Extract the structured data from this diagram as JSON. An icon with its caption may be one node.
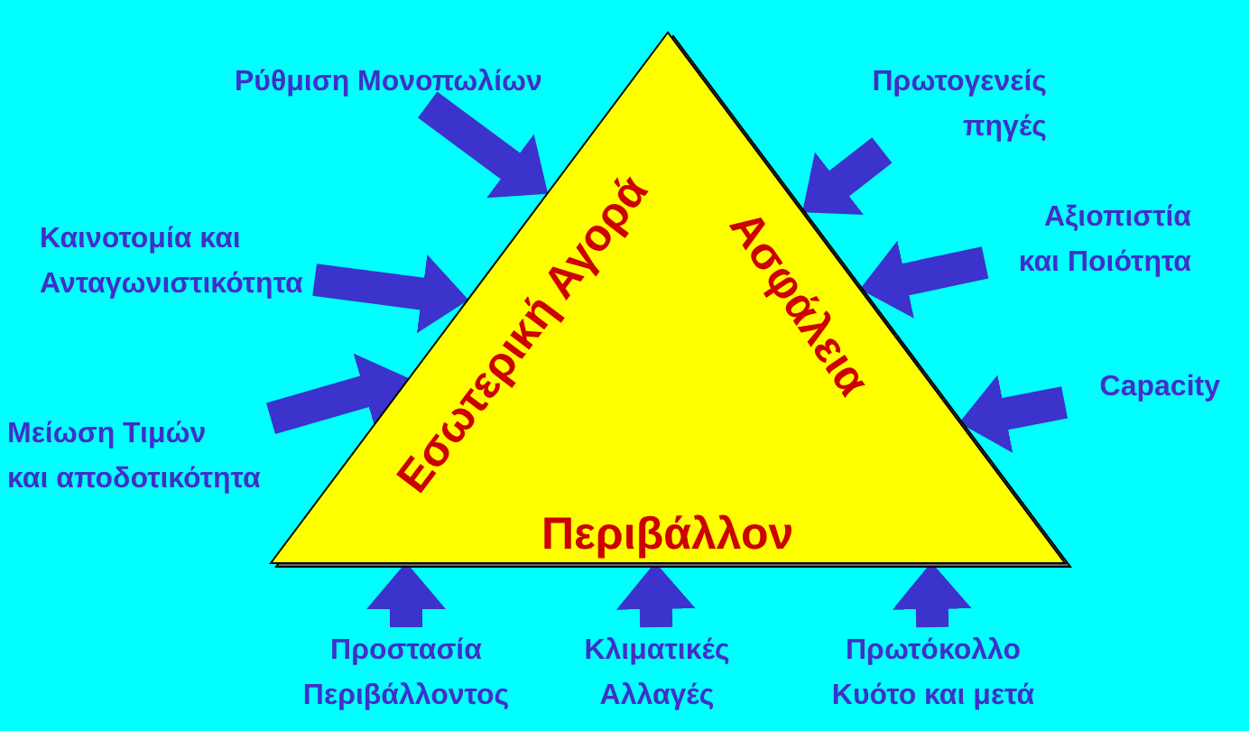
{
  "diagram": {
    "nodes": [
      {
        "text": [
          "Εσωτερική Αγορά",
          "Ασφάλεια",
          "Περιβάλλον"
        ]
      },
      {
        "text": [
          "Ρύθμιση Μονοπωλίων"
        ]
      },
      {
        "text": [
          "Πρωτογενείς πηγές"
        ]
      },
      {
        "text": [
          "Καινοτομία και Ανταγωνιστικότητα"
        ]
      },
      {
        "text": [
          "Αξιοπιστία και Ποιότητα"
        ]
      },
      {
        "text": [
          "Μείωση Τιμών και αποδοτικότητα"
        ]
      },
      {
        "text": [
          "Capacity"
        ]
      },
      {
        "text": [
          "Προστασία Περιβάλλοντος"
        ]
      },
      {
        "text": [
          "Κλιματικές Αλλαγές"
        ]
      },
      {
        "text": [
          "Πρωτόκολλο Κυότο και μετά"
        ]
      }
    ],
    "edges": [
      {
        "from": 1,
        "to": 0,
        "arrow": "to"
      },
      {
        "from": 2,
        "to": 0,
        "arrow": "to"
      },
      {
        "from": 3,
        "to": 0,
        "arrow": "to"
      },
      {
        "from": 4,
        "to": 0,
        "arrow": "to"
      },
      {
        "from": 5,
        "to": 0,
        "arrow": "to"
      },
      {
        "from": 6,
        "to": 0,
        "arrow": "to"
      },
      {
        "from": 7,
        "to": 0,
        "arrow": "to"
      },
      {
        "from": 8,
        "to": 0,
        "arrow": "to"
      },
      {
        "from": 9,
        "to": 0,
        "arrow": "to"
      }
    ]
  }
}
